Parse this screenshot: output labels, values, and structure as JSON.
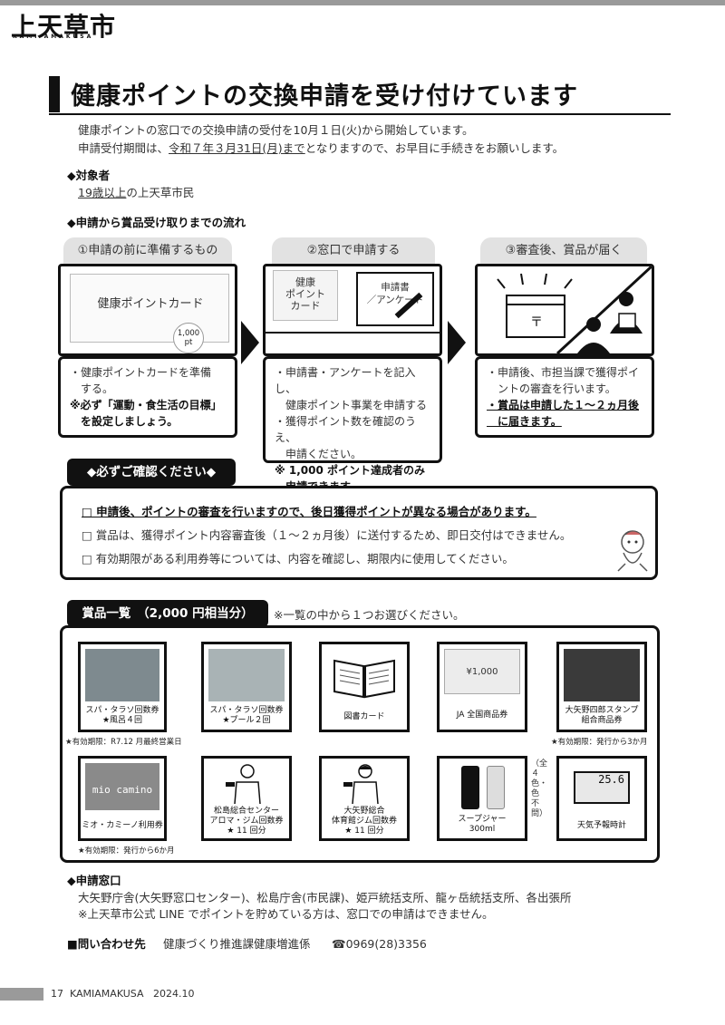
{
  "header": {
    "logo_text": "上天草市",
    "logo_sub": "KAMI AMAKUSA"
  },
  "title": "健康ポイントの交換申請を受け付けています",
  "intro": {
    "line1": "健康ポイントの窓口での交換申請の受付を10月１日(火)から開始しています。",
    "line2_pre": "申請受付期間は、",
    "line2_u": "令和７年３月31日(月)まで",
    "line2_post": "となりますので、お早目に手続きをお願いします。"
  },
  "target": {
    "heading": "◆対象者",
    "body_u": "19歳以上",
    "body_post": "の上天草市民"
  },
  "flow": {
    "heading": "◆申請から賞品受け取りまでの流れ",
    "steps": [
      {
        "tab": "①申請の前に準備するもの",
        "card_label": "健康ポイントカード",
        "badge": "1,000 pt",
        "lines": [
          "・健康ポイントカードを準備",
          "　する。"
        ],
        "bold1": "※必ず「運動・食生活の目標」",
        "bold2": "　を設定しましょう。"
      },
      {
        "tab": "②窓口で申請する",
        "card_label": "健康\nポイント\nカード",
        "form_label": "申請書\n／アンケート",
        "lines": [
          "・申請書・アンケートを記入し、",
          "　健康ポイント事業を申請する",
          "・獲得ポイント数を確認のうえ、",
          "　申請ください。"
        ],
        "bold1": "※ 1,000 ポイント達成者のみ",
        "bold2": "　申請できます。"
      },
      {
        "tab": "③審査後、賞品が届く",
        "lines": [
          "・申請後、市担当課で獲得ポイ",
          "　ントの審査を行います。"
        ],
        "bold1": "・賞品は申請した１～２ヵ月後",
        "bold2": "　に届きます。"
      }
    ]
  },
  "confirm": {
    "tag": "◆必ずご確認ください◆",
    "items": [
      "□ 申請後、ポイントの審査を行いますので、後日獲得ポイントが異なる場合があります。",
      "□ 賞品は、獲得ポイント内容審査後（１～２ヵ月後）に送付するため、即日交付はできません。",
      "□ 有効期限がある利用券等については、内容を確認し、期限内に使用してください。"
    ]
  },
  "prizes": {
    "tag": "賞品一覧　（2,000 円相当分）",
    "note": "※一覧の中から１つお選びください。",
    "items": [
      {
        "name": "スパ・タラソ回数券",
        "sub": "★風呂４回",
        "footnote": "★有効期限：R7.12 月最終営業日"
      },
      {
        "name": "スパ・タラソ回数券",
        "sub": "★プール２回",
        "footnote": ""
      },
      {
        "name": "図書カード",
        "sub": "",
        "footnote": ""
      },
      {
        "name": "JA 全国商品券",
        "sub": "",
        "voucher": "¥1,000",
        "footnote": ""
      },
      {
        "name": "大矢野四郎スタンプ",
        "sub": "組合商品券",
        "footnote": "★有効期限：発行から3か月"
      },
      {
        "name": "ミオ・カミーノ利用券",
        "sub": "",
        "logo": "mio camino",
        "footnote": "★有効期限：発行から6か月"
      },
      {
        "name": "松島総合センター",
        "sub": "アロマ・ジム回数券",
        "sub2": "★ 11 回分",
        "footnote": ""
      },
      {
        "name": "大矢野総合",
        "sub": "体育館ジム回数券",
        "sub2": "★ 11 回分",
        "footnote": ""
      },
      {
        "name": "スープジャー",
        "sub": "300ml",
        "side": "（全４色・色不問）",
        "footnote": ""
      },
      {
        "name": "天気予報時計",
        "sub": "",
        "clock": "25.6",
        "footnote": ""
      }
    ]
  },
  "window": {
    "heading": "◆申請窓口",
    "line1": "大矢野庁舎(大矢野窓口センター)、松島庁舎(市民課)、姫戸統括支所、龍ヶ岳統括支所、各出張所",
    "line2": "※上天草市公式 LINE でポイントを貯めている方は、窓口での申請はできません。"
  },
  "contact": {
    "label": "■問い合わせ先",
    "dept": "健康づくり推進課健康増進係",
    "phone": "☎0969(28)3356"
  },
  "footer": {
    "page": "17",
    "magazine": "KAMIAMAKUSA",
    "issue": "2024.10"
  }
}
